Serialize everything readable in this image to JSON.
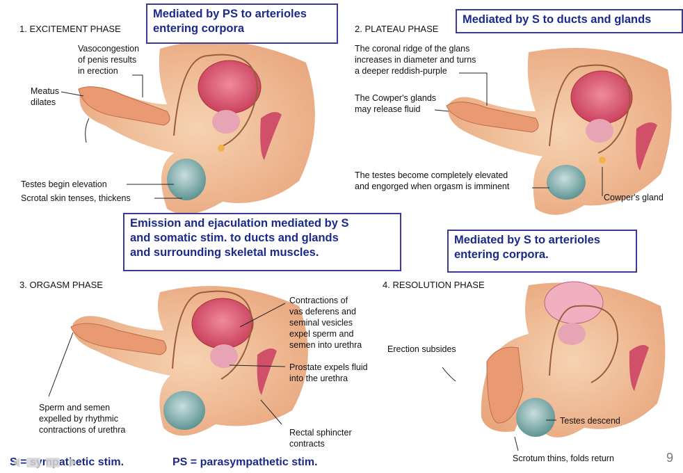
{
  "slide": {
    "page_number": "9"
  },
  "phases": {
    "excitement": {
      "title": "1. EXCITEMENT PHASE",
      "box": "Mediated by PS to arterioles\nentering corpora",
      "label_vasocongestion": "Vasocongestion\nof penis results\nin erection",
      "label_meatus": "Meatus\ndilates",
      "label_testes": "Testes begin elevation",
      "label_scrotal": "Scrotal skin tenses, thickens"
    },
    "plateau": {
      "title": "2. PLATEAU PHASE",
      "box": "Mediated by S to ducts and glands",
      "label_coronal": "The coronal ridge of the glans\nincreases in diameter and turns\na deeper reddish-purple",
      "label_cowpers_fluid": "The Cowper's glands\nmay release fluid",
      "label_testes": "The testes become completely elevated\nand engorged when orgasm is imminent",
      "label_cowpers_gland": "Cowper's gland"
    },
    "orgasm": {
      "title": "3. ORGASM PHASE",
      "box": "Emission and ejaculation mediated by S\nand somatic stim. to ducts and glands\nand surrounding skeletal muscles.",
      "label_contractions": "Contractions of\nvas deferens and\nseminal vesicles\nexpel sperm and\nsemen into urethra",
      "label_prostate": "Prostate expels fluid\ninto the urethra",
      "label_sperm": "Sperm and semen\nexpelled by rhythmic\ncontractions of urethra",
      "label_rectal": "Rectal sphincter\ncontracts"
    },
    "resolution": {
      "title": "4. RESOLUTION PHASE",
      "box": "Mediated by S to arterioles\nentering corpora.",
      "label_erection": "Erection subsides",
      "label_testes": "Testes descend",
      "label_scrotum": "Scrotum thins, folds return"
    }
  },
  "footer": {
    "s_def": "S = sympathetic stim.",
    "ps_def": "PS = parasympathetic stim."
  },
  "colors": {
    "skin": "#f3c7a0",
    "bladder": "#e0607a",
    "testis": "#8fb8b8",
    "box_border": "#3b3b96",
    "box_text": "#1b2a8a"
  }
}
